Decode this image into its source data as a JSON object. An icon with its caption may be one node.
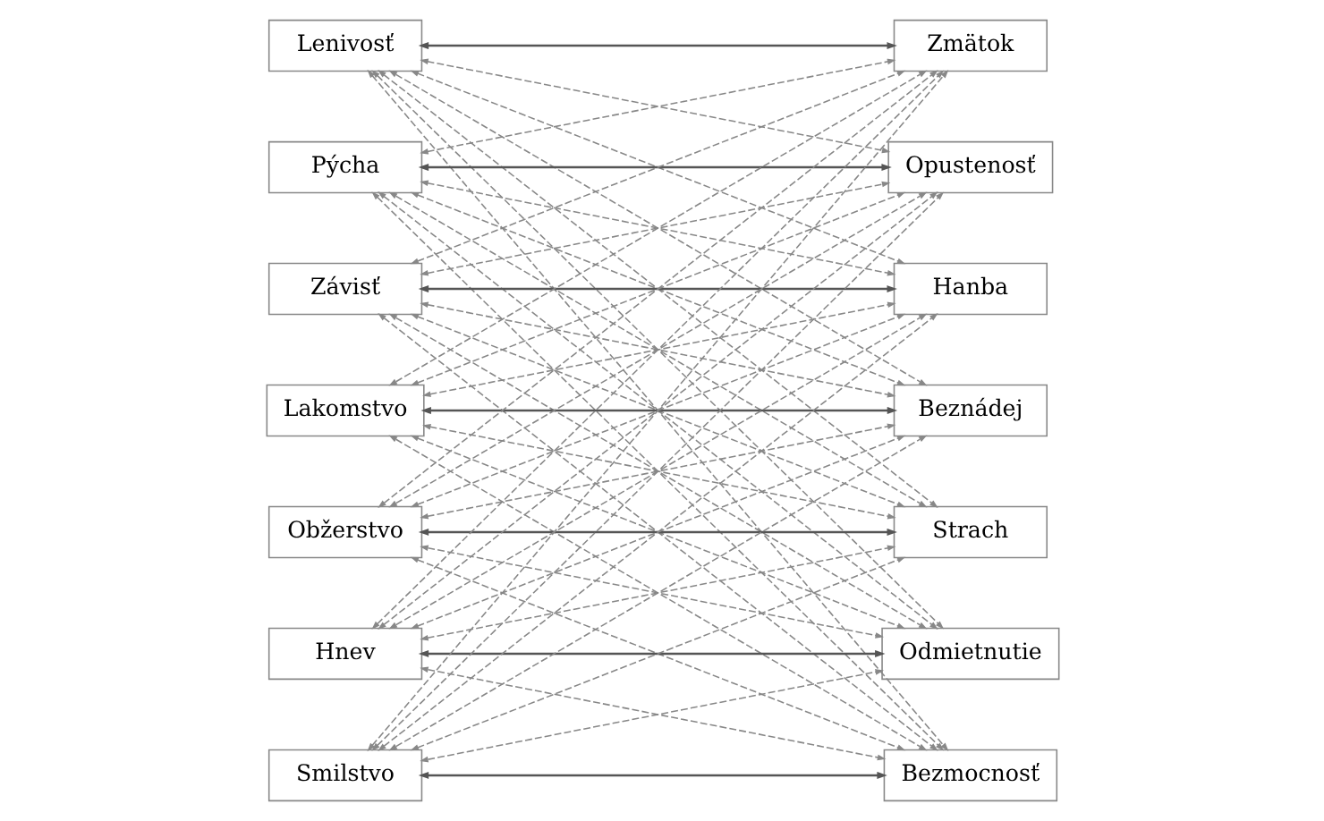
{
  "diagram": {
    "nodes": [
      {
        "text": [
          "Lenivosť"
        ]
      },
      {
        "text": [
          "Zmätok"
        ]
      },
      {
        "text": [
          "Pýcha"
        ]
      },
      {
        "text": [
          "Opustenosť"
        ]
      },
      {
        "text": [
          "Závisť"
        ]
      },
      {
        "text": [
          "Hanba"
        ]
      },
      {
        "text": [
          "Lakomstvo"
        ]
      },
      {
        "text": [
          "Beznádej"
        ]
      },
      {
        "text": [
          "Obžerstvo"
        ]
      },
      {
        "text": [
          "Strach"
        ]
      },
      {
        "text": [
          "Hnev"
        ]
      },
      {
        "text": [
          "Odmietnutie"
        ]
      },
      {
        "text": [
          "Smilstvo"
        ]
      },
      {
        "text": [
          "Bezmocnosť"
        ]
      }
    ],
    "edges": [
      {
        "from": 0,
        "to": 1,
        "arrow": "both"
      },
      {
        "from": 2,
        "to": 3,
        "arrow": "both"
      },
      {
        "from": 4,
        "to": 5,
        "arrow": "both"
      },
      {
        "from": 6,
        "to": 7,
        "arrow": "both"
      },
      {
        "from": 8,
        "to": 9,
        "arrow": "both"
      },
      {
        "from": 10,
        "to": 11,
        "arrow": "both"
      },
      {
        "from": 12,
        "to": 13,
        "arrow": "both"
      },
      {
        "from": 0,
        "to": 3,
        "arrow": "both",
        "style": "dashed"
      },
      {
        "from": 0,
        "to": 5,
        "arrow": "both",
        "style": "dashed"
      },
      {
        "from": 0,
        "to": 7,
        "arrow": "both",
        "style": "dashed"
      },
      {
        "from": 0,
        "to": 9,
        "arrow": "both",
        "style": "dashed"
      },
      {
        "from": 0,
        "to": 11,
        "arrow": "both",
        "style": "dashed"
      },
      {
        "from": 0,
        "to": 13,
        "arrow": "both",
        "style": "dashed"
      },
      {
        "from": 2,
        "to": 1,
        "arrow": "both",
        "style": "dashed"
      },
      {
        "from": 2,
        "to": 5,
        "arrow": "both",
        "style": "dashed"
      },
      {
        "from": 2,
        "to": 7,
        "arrow": "both",
        "style": "dashed"
      },
      {
        "from": 2,
        "to": 9,
        "arrow": "both",
        "style": "dashed"
      },
      {
        "from": 2,
        "to": 11,
        "arrow": "both",
        "style": "dashed"
      },
      {
        "from": 2,
        "to": 13,
        "arrow": "both",
        "style": "dashed"
      },
      {
        "from": 4,
        "to": 1,
        "arrow": "both",
        "style": "dashed"
      },
      {
        "from": 4,
        "to": 3,
        "arrow": "both",
        "style": "dashed"
      },
      {
        "from": 4,
        "to": 7,
        "arrow": "both",
        "style": "dashed"
      },
      {
        "from": 4,
        "to": 9,
        "arrow": "both",
        "style": "dashed"
      },
      {
        "from": 4,
        "to": 11,
        "arrow": "both",
        "style": "dashed"
      },
      {
        "from": 4,
        "to": 13,
        "arrow": "both",
        "style": "dashed"
      },
      {
        "from": 6,
        "to": 1,
        "arrow": "both",
        "style": "dashed"
      },
      {
        "from": 6,
        "to": 3,
        "arrow": "both",
        "style": "dashed"
      },
      {
        "from": 6,
        "to": 5,
        "arrow": "both",
        "style": "dashed"
      },
      {
        "from": 6,
        "to": 9,
        "arrow": "both",
        "style": "dashed"
      },
      {
        "from": 6,
        "to": 11,
        "arrow": "both",
        "style": "dashed"
      },
      {
        "from": 6,
        "to": 13,
        "arrow": "both",
        "style": "dashed"
      },
      {
        "from": 8,
        "to": 1,
        "arrow": "both",
        "style": "dashed"
      },
      {
        "from": 8,
        "to": 3,
        "arrow": "both",
        "style": "dashed"
      },
      {
        "from": 8,
        "to": 5,
        "arrow": "both",
        "style": "dashed"
      },
      {
        "from": 8,
        "to": 7,
        "arrow": "both",
        "style": "dashed"
      },
      {
        "from": 8,
        "to": 11,
        "arrow": "both",
        "style": "dashed"
      },
      {
        "from": 8,
        "to": 13,
        "arrow": "both",
        "style": "dashed"
      },
      {
        "from": 10,
        "to": 1,
        "arrow": "both",
        "style": "dashed"
      },
      {
        "from": 10,
        "to": 3,
        "arrow": "both",
        "style": "dashed"
      },
      {
        "from": 10,
        "to": 5,
        "arrow": "both",
        "style": "dashed"
      },
      {
        "from": 10,
        "to": 7,
        "arrow": "both",
        "style": "dashed"
      },
      {
        "from": 10,
        "to": 9,
        "arrow": "both",
        "style": "dashed"
      },
      {
        "from": 10,
        "to": 13,
        "arrow": "both",
        "style": "dashed"
      },
      {
        "from": 12,
        "to": 1,
        "arrow": "both",
        "style": "dashed"
      },
      {
        "from": 12,
        "to": 3,
        "arrow": "both",
        "style": "dashed"
      },
      {
        "from": 12,
        "to": 5,
        "arrow": "both",
        "style": "dashed"
      },
      {
        "from": 12,
        "to": 7,
        "arrow": "both",
        "style": "dashed"
      },
      {
        "from": 12,
        "to": 9,
        "arrow": "both",
        "style": "dashed"
      },
      {
        "from": 12,
        "to": 11,
        "arrow": "both",
        "style": "dashed"
      }
    ]
  }
}
